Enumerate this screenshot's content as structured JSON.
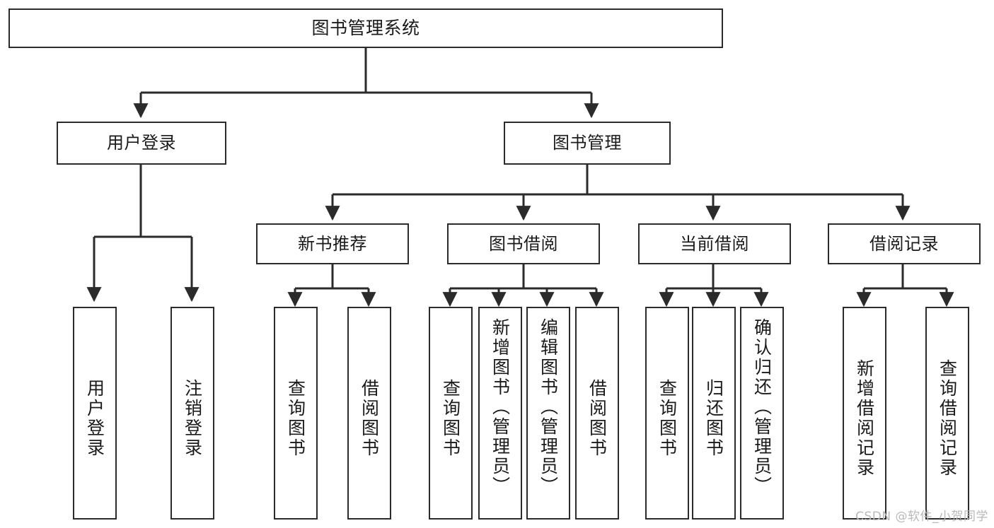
{
  "diagram": {
    "title": "图书管理系统",
    "type": "tree-hierarchy",
    "watermark": "CSDN @软件_小贺同学",
    "line_color": "#2b2b2b",
    "box_fill": "#ffffff",
    "text_color": "#1a1a1a",
    "nodes": {
      "root": {
        "label": "图书管理系统"
      },
      "level2": [
        {
          "label": "用户登录"
        },
        {
          "label": "图书管理"
        }
      ],
      "level3": [
        {
          "label": "新书推荐"
        },
        {
          "label": "图书借阅"
        },
        {
          "label": "当前借阅"
        },
        {
          "label": "借阅记录"
        }
      ],
      "leaves": {
        "user_login": [
          {
            "label": "用户登录"
          },
          {
            "label": "注销登录"
          }
        ],
        "new_book": [
          {
            "label": "查询图书"
          },
          {
            "label": "借阅图书"
          }
        ],
        "borrow_book": [
          {
            "label": "查询图书"
          },
          {
            "label": "新增图书（管理员）"
          },
          {
            "label": "编辑图书（管理员）"
          },
          {
            "label": "借阅图书"
          }
        ],
        "current_borrow": [
          {
            "label": "查询图书"
          },
          {
            "label": "归还图书"
          },
          {
            "label": "确认归还（管理员）"
          }
        ],
        "borrow_record": [
          {
            "label": "新增借阅记录"
          },
          {
            "label": "查询借阅记录"
          }
        ]
      }
    }
  }
}
